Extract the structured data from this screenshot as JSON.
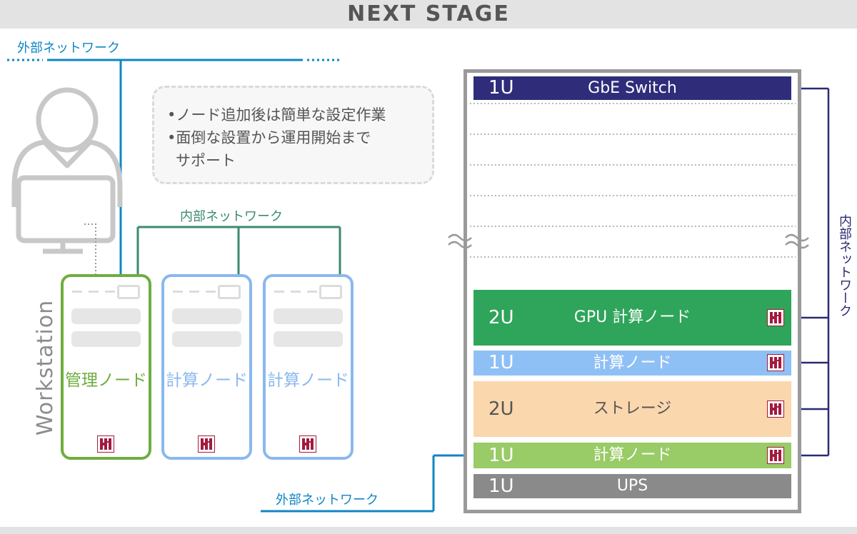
{
  "header": {
    "title": "NEXT STAGE"
  },
  "network": {
    "external_top": "外部ネットワーク",
    "internal_top": "内部ネットワーク",
    "external_bottom": "外部ネットワーク",
    "internal_right": "内部ネットワーク"
  },
  "notes": {
    "line1": "•ノード追加後は簡単な設定作業",
    "line2": "•面倒な設置から運用開始まで",
    "line3": "サポート"
  },
  "workstation": {
    "label": "Workstation"
  },
  "nodes": [
    {
      "label": "管理ノード",
      "color": "#6fad3f"
    },
    {
      "label": "計算ノード",
      "color": "#8ab8ef"
    },
    {
      "label": "計算ノード",
      "color": "#8ab8ef"
    }
  ],
  "rack": {
    "units": [
      {
        "size": "1U",
        "name": "GbE Switch",
        "color": "#2f2d7a"
      },
      {
        "size": "2U",
        "name": "GPU 計算ノード",
        "color": "#2ea55a"
      },
      {
        "size": "1U",
        "name": "計算ノード",
        "color": "#8fc0f5"
      },
      {
        "size": "2U",
        "name": "ストレージ",
        "color": "#fbd7ae"
      },
      {
        "size": "1U",
        "name": "計算ノード",
        "color": "#99cb66"
      },
      {
        "size": "1U",
        "name": "UPS",
        "color": "#8a8a8a"
      }
    ]
  },
  "colors": {
    "external_network": "#0f86c3",
    "internal_network_nodes": "#3c8a6d",
    "internal_network_rack": "#2a2a72",
    "logo": "#a31a3d"
  },
  "icons": [
    "user-icon",
    "monitor-icon",
    "hpc-logo-icon",
    "break-mark-icon"
  ]
}
